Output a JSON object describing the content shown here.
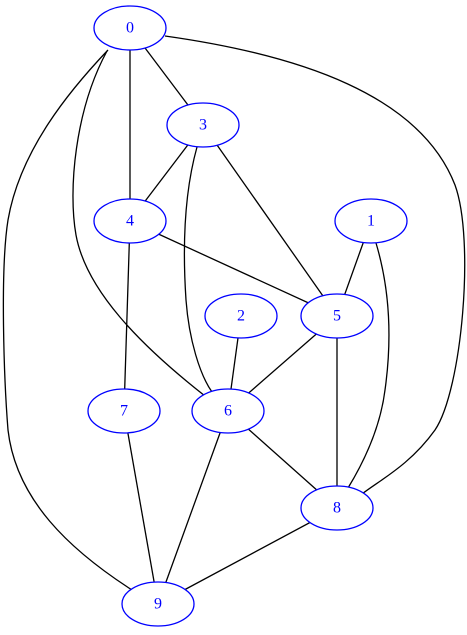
{
  "colors": {
    "node_stroke": "#0000ff",
    "node_text": "#0000ff",
    "edge": "#000000",
    "background": "#ffffff"
  },
  "nodes": [
    {
      "id": "0",
      "label": "0"
    },
    {
      "id": "1",
      "label": "1"
    },
    {
      "id": "2",
      "label": "2"
    },
    {
      "id": "3",
      "label": "3"
    },
    {
      "id": "4",
      "label": "4"
    },
    {
      "id": "5",
      "label": "5"
    },
    {
      "id": "6",
      "label": "6"
    },
    {
      "id": "7",
      "label": "7"
    },
    {
      "id": "8",
      "label": "8"
    },
    {
      "id": "9",
      "label": "9"
    }
  ],
  "edges": [
    {
      "from": "0",
      "to": "3"
    },
    {
      "from": "0",
      "to": "4"
    },
    {
      "from": "0",
      "to": "6"
    },
    {
      "from": "0",
      "to": "8"
    },
    {
      "from": "0",
      "to": "9"
    },
    {
      "from": "3",
      "to": "4"
    },
    {
      "from": "3",
      "to": "5"
    },
    {
      "from": "3",
      "to": "6"
    },
    {
      "from": "4",
      "to": "5"
    },
    {
      "from": "4",
      "to": "7"
    },
    {
      "from": "1",
      "to": "5"
    },
    {
      "from": "1",
      "to": "8"
    },
    {
      "from": "2",
      "to": "6"
    },
    {
      "from": "5",
      "to": "6"
    },
    {
      "from": "5",
      "to": "8"
    },
    {
      "from": "6",
      "to": "8"
    },
    {
      "from": "6",
      "to": "9"
    },
    {
      "from": "7",
      "to": "9"
    },
    {
      "from": "8",
      "to": "9"
    }
  ]
}
